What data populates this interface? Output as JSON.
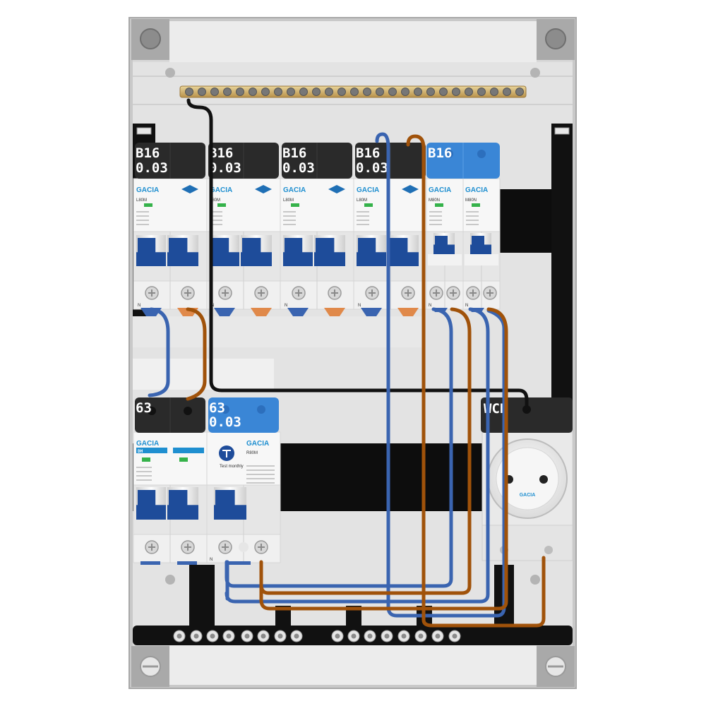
{
  "panel": {
    "brand": "GACIA",
    "socket_brand": "GACIA",
    "test_label": "Test monthly"
  },
  "top_row": [
    {
      "rating": "B16",
      "sensitivity": "0.03",
      "model": "L80M",
      "style": "dark"
    },
    {
      "rating": "B16",
      "sensitivity": "0.03",
      "model": "L80M",
      "style": "dark"
    },
    {
      "rating": "B16",
      "sensitivity": "0.03",
      "model": "L80M",
      "style": "dark"
    },
    {
      "rating": "B16",
      "sensitivity": "0.03",
      "model": "L80M",
      "style": "dark"
    },
    {
      "rating": "B16",
      "sensitivity": "",
      "model": "M80N",
      "model2": "M80N",
      "style": "blue"
    }
  ],
  "bottom_row": {
    "main_switch": {
      "rating": "63",
      "sensitivity": "",
      "badge": "DH"
    },
    "rcd": {
      "rating": "63",
      "sensitivity": "0.03",
      "model": "R80M"
    },
    "socket": {
      "label": "WCD"
    }
  },
  "colors": {
    "live": "#a0520a",
    "neutral": "#3a64b0",
    "earth": "#111111",
    "label_dark": "#2a2a2a",
    "label_blue": "#3a86d6",
    "brand": "#1f8fd0",
    "busbar": "#c9a866"
  },
  "terminal_marks": {
    "n": "N"
  }
}
